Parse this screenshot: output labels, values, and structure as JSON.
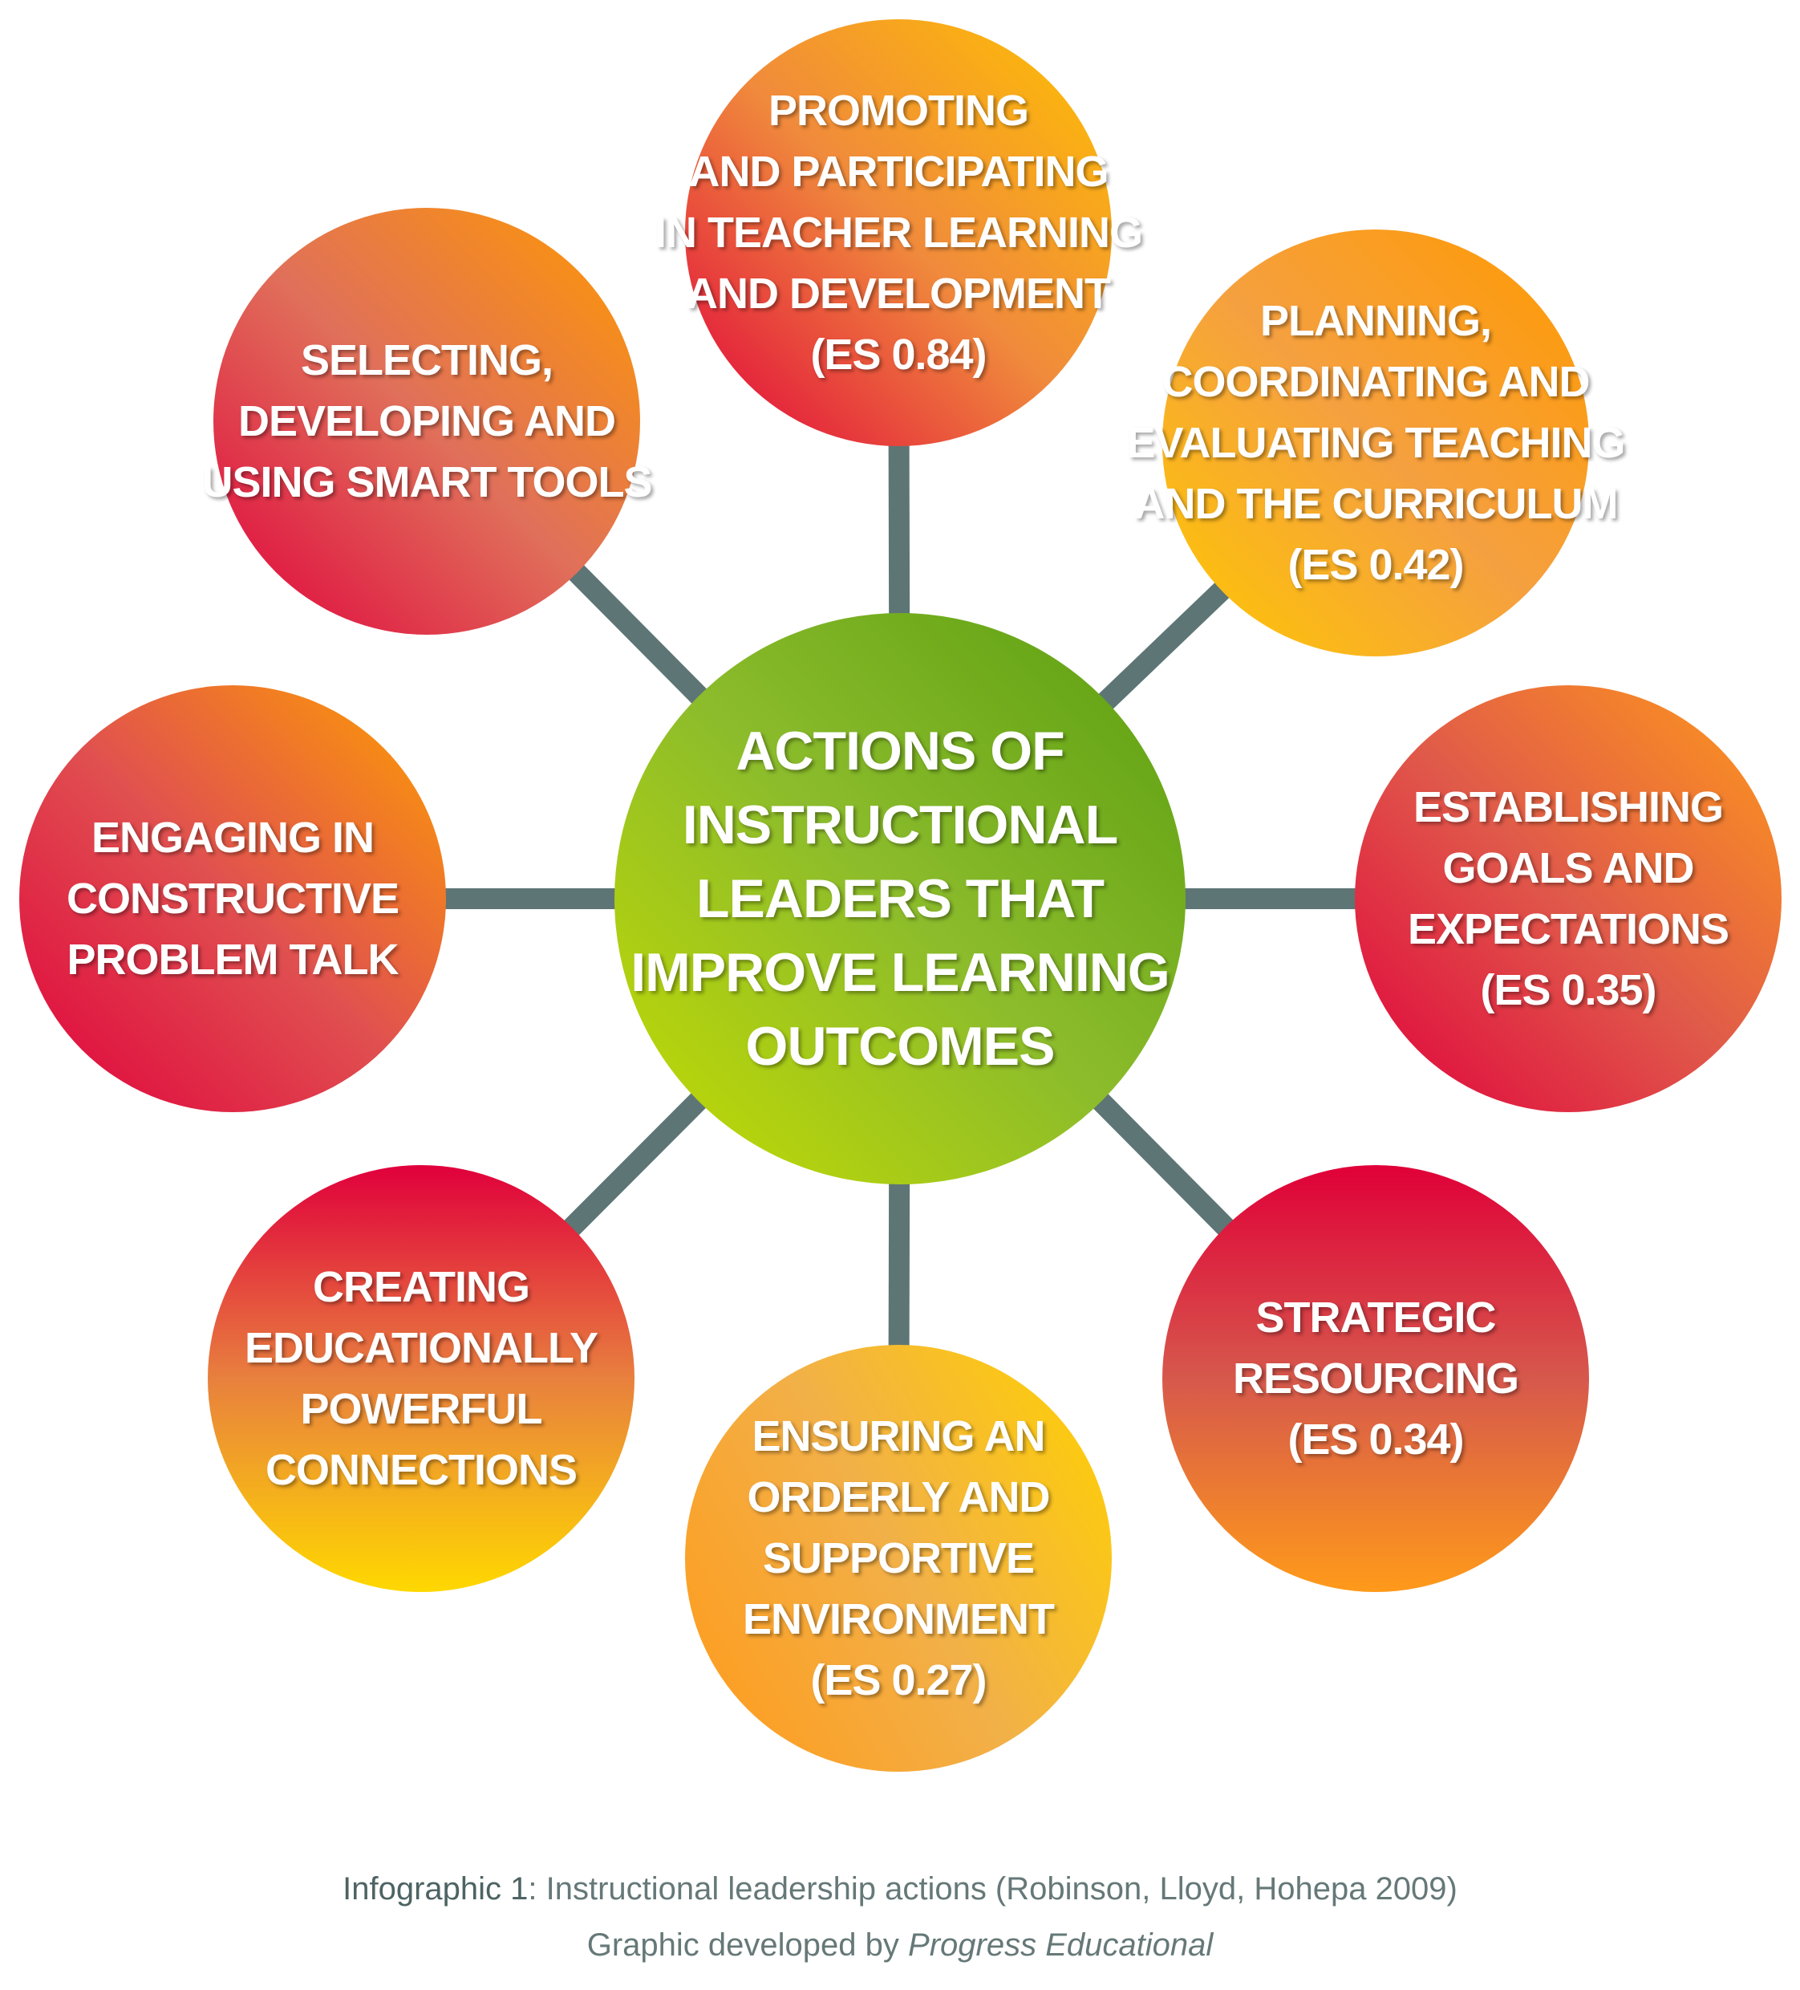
{
  "diagram": {
    "center": {
      "lines": [
        "ACTIONS OF",
        "INSTRUCTIONAL",
        "LEADERS THAT",
        "IMPROVE LEARNING",
        "OUTCOMES"
      ],
      "gradient": [
        "#c6dc00",
        "#8cbc2c",
        "#5a9e10"
      ]
    },
    "connector_color": "#5e7575",
    "nodes": [
      {
        "id": "promoting",
        "lines": [
          "PROMOTING",
          "AND PARTICIPATING",
          "IN TEACHER LEARNING",
          "AND DEVELOPMENT",
          "(ES 0.84)"
        ],
        "gradient": [
          "#ffc200",
          "#f08a3c",
          "#e0003c"
        ]
      },
      {
        "id": "planning",
        "lines": [
          "PLANNING,",
          "COORDINATING AND",
          "EVALUATING TEACHING",
          "AND THE CURRICULUM",
          "(ES 0.42)"
        ],
        "gradient": [
          "#ffc800",
          "#f5a040",
          "#ff9a00"
        ]
      },
      {
        "id": "establishing",
        "lines": [
          "ESTABLISHING",
          "GOALS AND",
          "EXPECTATIONS",
          "(ES 0.35)"
        ],
        "gradient": [
          "#ff9a1a",
          "#e05a4a",
          "#e0003c"
        ]
      },
      {
        "id": "strategic",
        "lines": [
          "STRATEGIC",
          "RESOURCING",
          "(ES 0.34)"
        ],
        "gradient": [
          "#e00038",
          "#d6584c",
          "#ff9a1a"
        ]
      },
      {
        "id": "ensuring",
        "lines": [
          "ENSURING AN",
          "ORDERLY AND",
          "SUPPORTIVE",
          "ENVIRONMENT",
          "(ES 0.27)"
        ],
        "gradient": [
          "#ff9a1a",
          "#f2b048",
          "#ffd200"
        ]
      },
      {
        "id": "creating",
        "lines": [
          "CREATING",
          "EDUCATIONALLY",
          "POWERFUL",
          "CONNECTIONS"
        ],
        "gradient": [
          "#e0003c",
          "#e8803e",
          "#ffd800"
        ]
      },
      {
        "id": "engaging",
        "lines": [
          "ENGAGING IN",
          "CONSTRUCTIVE",
          "PROBLEM TALK"
        ],
        "gradient": [
          "#ffa000",
          "#e05050",
          "#e0003c"
        ]
      },
      {
        "id": "selecting",
        "lines": [
          "SELECTING,",
          "DEVELOPING AND",
          "USING SMART TOOLS"
        ],
        "gradient": [
          "#e0003c",
          "#e0705a",
          "#ff9a00"
        ]
      }
    ]
  },
  "caption": {
    "label": "Infographic 1",
    "text": ": Instructional leadership actions (Robinson, Lloyd, Hohepa 2009)",
    "line2_prefix": "Graphic developed by ",
    "line2_italic": "Progress Educational"
  }
}
